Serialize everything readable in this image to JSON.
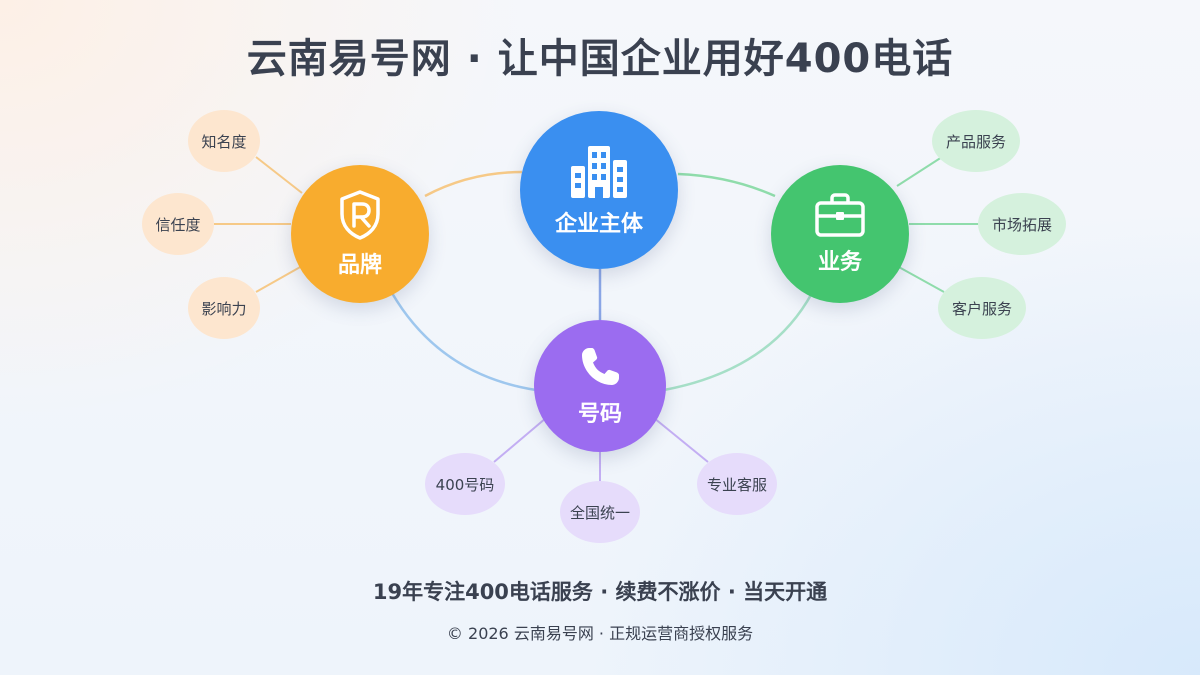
{
  "title": "云南易号网 · 让中国企业用好400电话",
  "hubs": {
    "brand": {
      "label": "品牌",
      "icon": "shield-r-icon",
      "color": "#f8ac2e"
    },
    "entity": {
      "label": "企业主体",
      "icon": "buildings-icon",
      "color": "#3a8ff0"
    },
    "business": {
      "label": "业务",
      "icon": "briefcase-icon",
      "color": "#44c56f"
    },
    "number": {
      "label": "号码",
      "icon": "phone-icon",
      "color": "#9b6cf0"
    }
  },
  "leaves": {
    "brand": [
      "知名度",
      "信任度",
      "影响力"
    ],
    "business": [
      "产品服务",
      "市场拓展",
      "客户服务"
    ],
    "number": [
      "400号码",
      "全国统一",
      "专业客服"
    ]
  },
  "footer": {
    "main": "19年专注400电话服务 · 续费不涨价 · 当天开通",
    "copyright": "© 2026 云南易号网 · 正规运营商授权服务"
  }
}
